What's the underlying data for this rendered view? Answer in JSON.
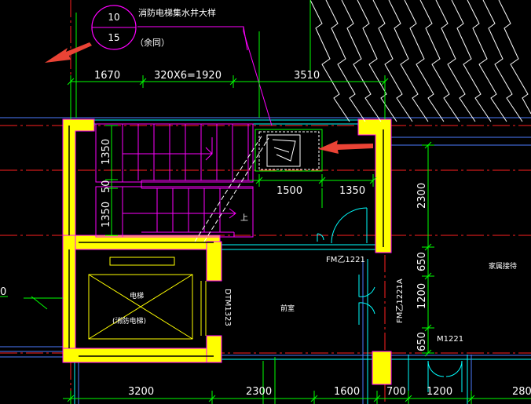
{
  "title_circle": {
    "top": "10",
    "bottom": "15"
  },
  "title_text": "消防电梯集水井大样",
  "title_sub": "（余同）",
  "top_dims": {
    "d1": "1670",
    "d2": "320X6=1920",
    "d3": "3510"
  },
  "mid_dims": {
    "d1": "1500",
    "d2": "1350"
  },
  "left_dims": {
    "d1": "1350",
    "d2": "50",
    "d3": "1350"
  },
  "right_dims": {
    "d1": "2300",
    "d2": "650",
    "d3": "1200",
    "d4": "650"
  },
  "bottom_dims": {
    "d1": "3200",
    "d2": "2300",
    "d3": "1600",
    "d4": "700",
    "d5": "1200",
    "d6": "280"
  },
  "labels": {
    "door_fm1": "FM乙1221",
    "door_fm2": "FM乙1221A",
    "door_m": "M1221",
    "elevator_door": "DTM1323",
    "elevator_1": "电梯",
    "elevator_2": "(消防电梯)",
    "room": "前室",
    "stair_up": "上",
    "right_room": "家属接待",
    "left_edge": "0"
  },
  "colors": {
    "wall": "#ffff00",
    "magenta": "#ff00ff",
    "green": "#00ff00",
    "cyan": "#00ffff",
    "blue": "#4d7dff",
    "red": "#ff2020",
    "arrow": "#ea4335",
    "gray": "#bbbbbb"
  }
}
